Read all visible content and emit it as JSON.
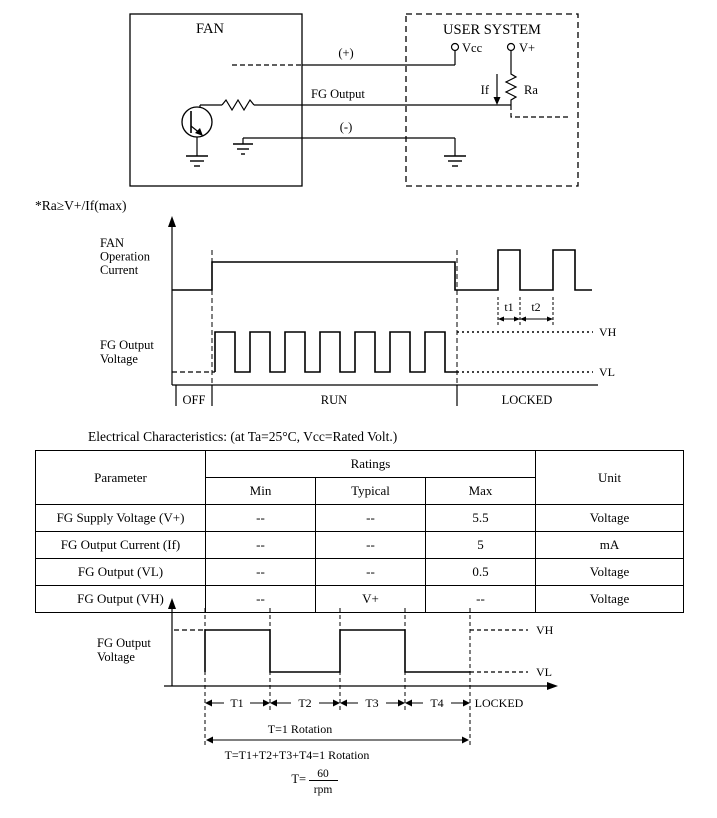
{
  "circuit": {
    "fan_label": "FAN",
    "user_system_label": "USER SYSTEM",
    "vcc_label": "Vcc",
    "vplus_label": "V+",
    "if_label": "If",
    "ra_label": "Ra",
    "plus_label": "(+)",
    "minus_label": "(-)",
    "fg_output_label": "FG Output",
    "note": "*Ra≥V+/If(max)"
  },
  "timing1": {
    "fan_current_lines": [
      "FAN",
      "Operation",
      "Current"
    ],
    "fg_lines": [
      "FG Output",
      "Voltage"
    ],
    "t1": "t1",
    "t2": "t2",
    "vh": "VH",
    "vl": "VL",
    "off": "OFF",
    "run": "RUN",
    "locked": "LOCKED"
  },
  "table": {
    "heading": "Electrical Characteristics: (at Ta=25°C, Vcc=Rated Volt.)",
    "col_parameter": "Parameter",
    "col_ratings": "Ratings",
    "col_min": "Min",
    "col_typical": "Typical",
    "col_max": "Max",
    "col_unit": "Unit",
    "rows": [
      {
        "parameter": "FG Supply Voltage (V+)",
        "min": "--",
        "typical": "--",
        "max": "5.5",
        "unit": "Voltage"
      },
      {
        "parameter": "FG Output Current (If)",
        "min": "--",
        "typical": "--",
        "max": "5",
        "unit": "mA"
      },
      {
        "parameter": "FG Output (VL)",
        "min": "--",
        "typical": "--",
        "max": "0.5",
        "unit": "Voltage"
      },
      {
        "parameter": "FG Output (VH)",
        "min": "--",
        "typical": "V+",
        "max": "--",
        "unit": "Voltage"
      }
    ]
  },
  "timing2": {
    "fg_lines": [
      "FG Output",
      "Voltage"
    ],
    "vh": "VH",
    "vl": "VL",
    "t1": "T1",
    "t2": "T2",
    "t3": "T3",
    "t4": "T4",
    "locked": "LOCKED",
    "rotation1": "T=1 Rotation",
    "rotation2": "T=T1+T2+T3+T4=1 Rotation",
    "t_eq": "T=",
    "num": "60",
    "den": "rpm"
  }
}
